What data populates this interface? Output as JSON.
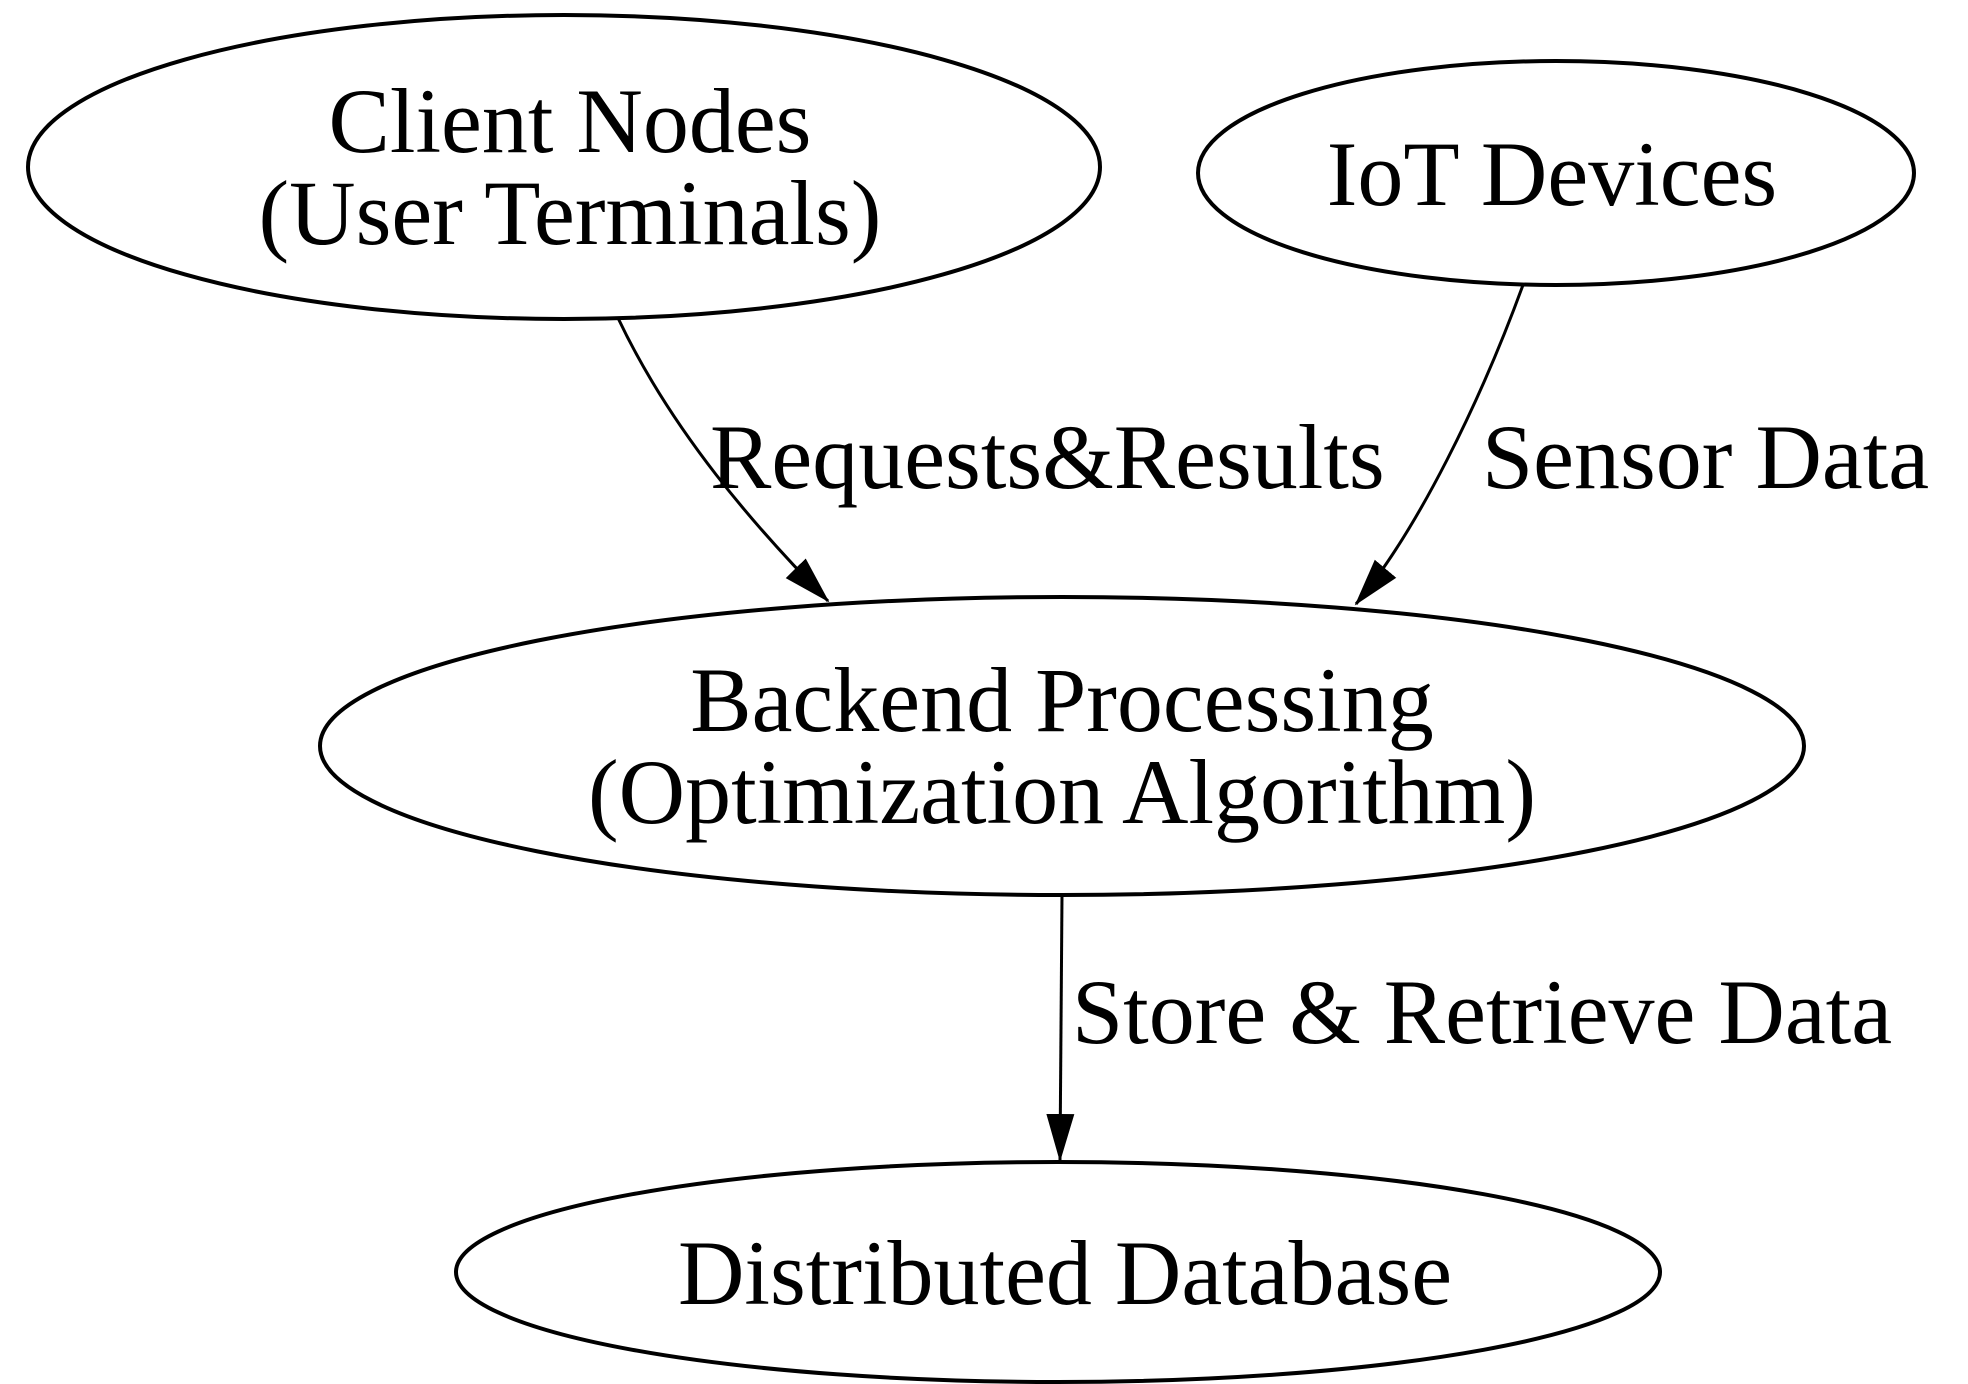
{
  "diagram": {
    "type": "directed-graph",
    "background_color": "#ffffff",
    "node_fill_color": "#ffffff",
    "line_color": "#000000",
    "text_color": "#000000",
    "nodes": {
      "client_nodes": {
        "lines": [
          "Client Nodes",
          "(User Terminals)"
        ]
      },
      "iot_devices": {
        "label": "IoT Devices"
      },
      "backend_processing": {
        "lines": [
          "Backend Processing",
          "(Optimization Algorithm)"
        ]
      },
      "distributed_database": {
        "label": "Distributed Database"
      }
    },
    "edges": [
      {
        "from": "client_nodes",
        "to": "backend_processing",
        "label": "Requests&Results"
      },
      {
        "from": "iot_devices",
        "to": "backend_processing",
        "label": "Sensor Data"
      },
      {
        "from": "backend_processing",
        "to": "distributed_database",
        "label": "Store & Retrieve Data"
      }
    ]
  }
}
